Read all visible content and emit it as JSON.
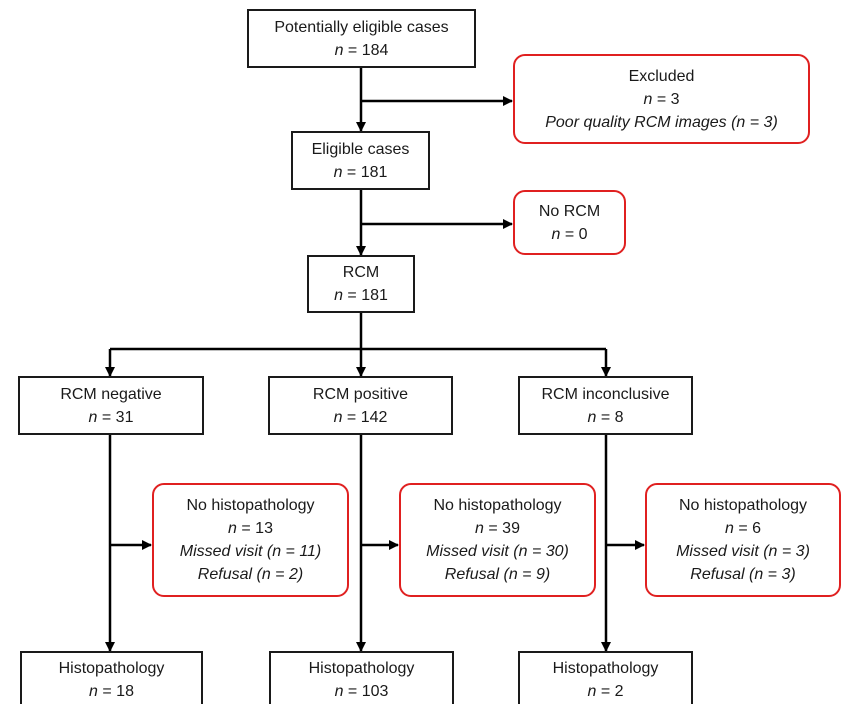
{
  "colors": {
    "main_border": "#1a1a1a",
    "exclusion_border": "#e02020",
    "arrow": "#000000"
  },
  "boxes": {
    "potentially_eligible": {
      "title": "Potentially eligible cases",
      "n": "184"
    },
    "excluded": {
      "title": "Excluded",
      "n": "3",
      "reason": "Poor quality RCM images (n = 3)"
    },
    "eligible": {
      "title": "Eligible cases",
      "n": "181"
    },
    "no_rcm": {
      "title": "No RCM",
      "n": "0"
    },
    "rcm": {
      "title": "RCM",
      "n": "181"
    },
    "rcm_negative": {
      "title": "RCM negative",
      "n": "31"
    },
    "rcm_positive": {
      "title": "RCM positive",
      "n": "142"
    },
    "rcm_inconclusive": {
      "title": "RCM inconclusive",
      "n": "8"
    },
    "nohisto_negative": {
      "title": "No histopathology",
      "n": "13",
      "missed": "Missed visit (n = 11)",
      "refusal": "Refusal (n = 2)"
    },
    "nohisto_positive": {
      "title": "No histopathology",
      "n": "39",
      "missed": "Missed visit (n = 30)",
      "refusal": "Refusal (n = 9)"
    },
    "nohisto_inconclusive": {
      "title": "No histopathology",
      "n": "6",
      "missed": "Missed visit (n = 3)",
      "refusal": "Refusal (n = 3)"
    },
    "histo_negative": {
      "title": "Histopathology",
      "n": "18"
    },
    "histo_positive": {
      "title": "Histopathology",
      "n": "103"
    },
    "histo_inconclusive": {
      "title": "Histopathology",
      "n": "2"
    }
  }
}
